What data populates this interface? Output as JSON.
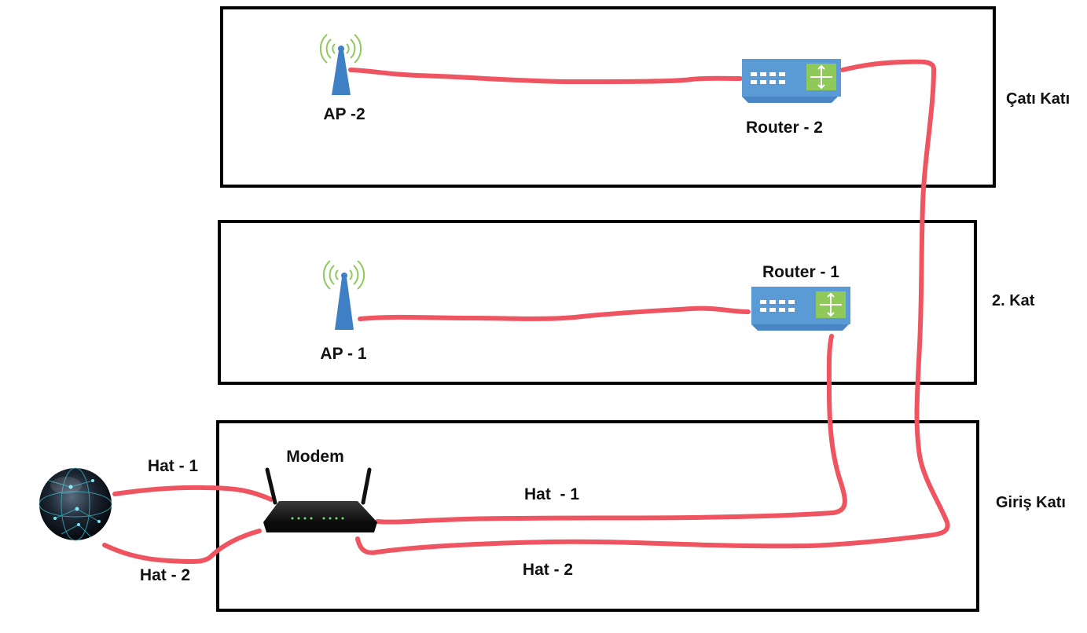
{
  "floors": [
    {
      "id": "roof",
      "label": "Çatı Katı"
    },
    {
      "id": "second",
      "label": "2. Kat"
    },
    {
      "id": "ground",
      "label": "Giriş Katı"
    }
  ],
  "devices": {
    "ap2": {
      "label": "AP -2",
      "icon": "antenna-icon"
    },
    "router2": {
      "label": "Router - 2",
      "icon": "router-icon"
    },
    "ap1": {
      "label": "AP - 1",
      "icon": "antenna-icon"
    },
    "router1": {
      "label": "Router - 1",
      "icon": "router-icon"
    },
    "modem": {
      "label": "Modem",
      "icon": "modem-icon"
    },
    "internet": {
      "icon": "globe-icon"
    }
  },
  "links": {
    "globe_hat1": "Hat - 1",
    "globe_hat2": "Hat - 2",
    "modem_hat1": "Hat  - 1",
    "modem_hat2": "Hat - 2"
  },
  "colors": {
    "cable": "#ee5560",
    "router_body": "#5b9bd5",
    "router_panel": "#8fc95a",
    "antenna": "#3f7fc4",
    "signal": "#8fc95a"
  }
}
